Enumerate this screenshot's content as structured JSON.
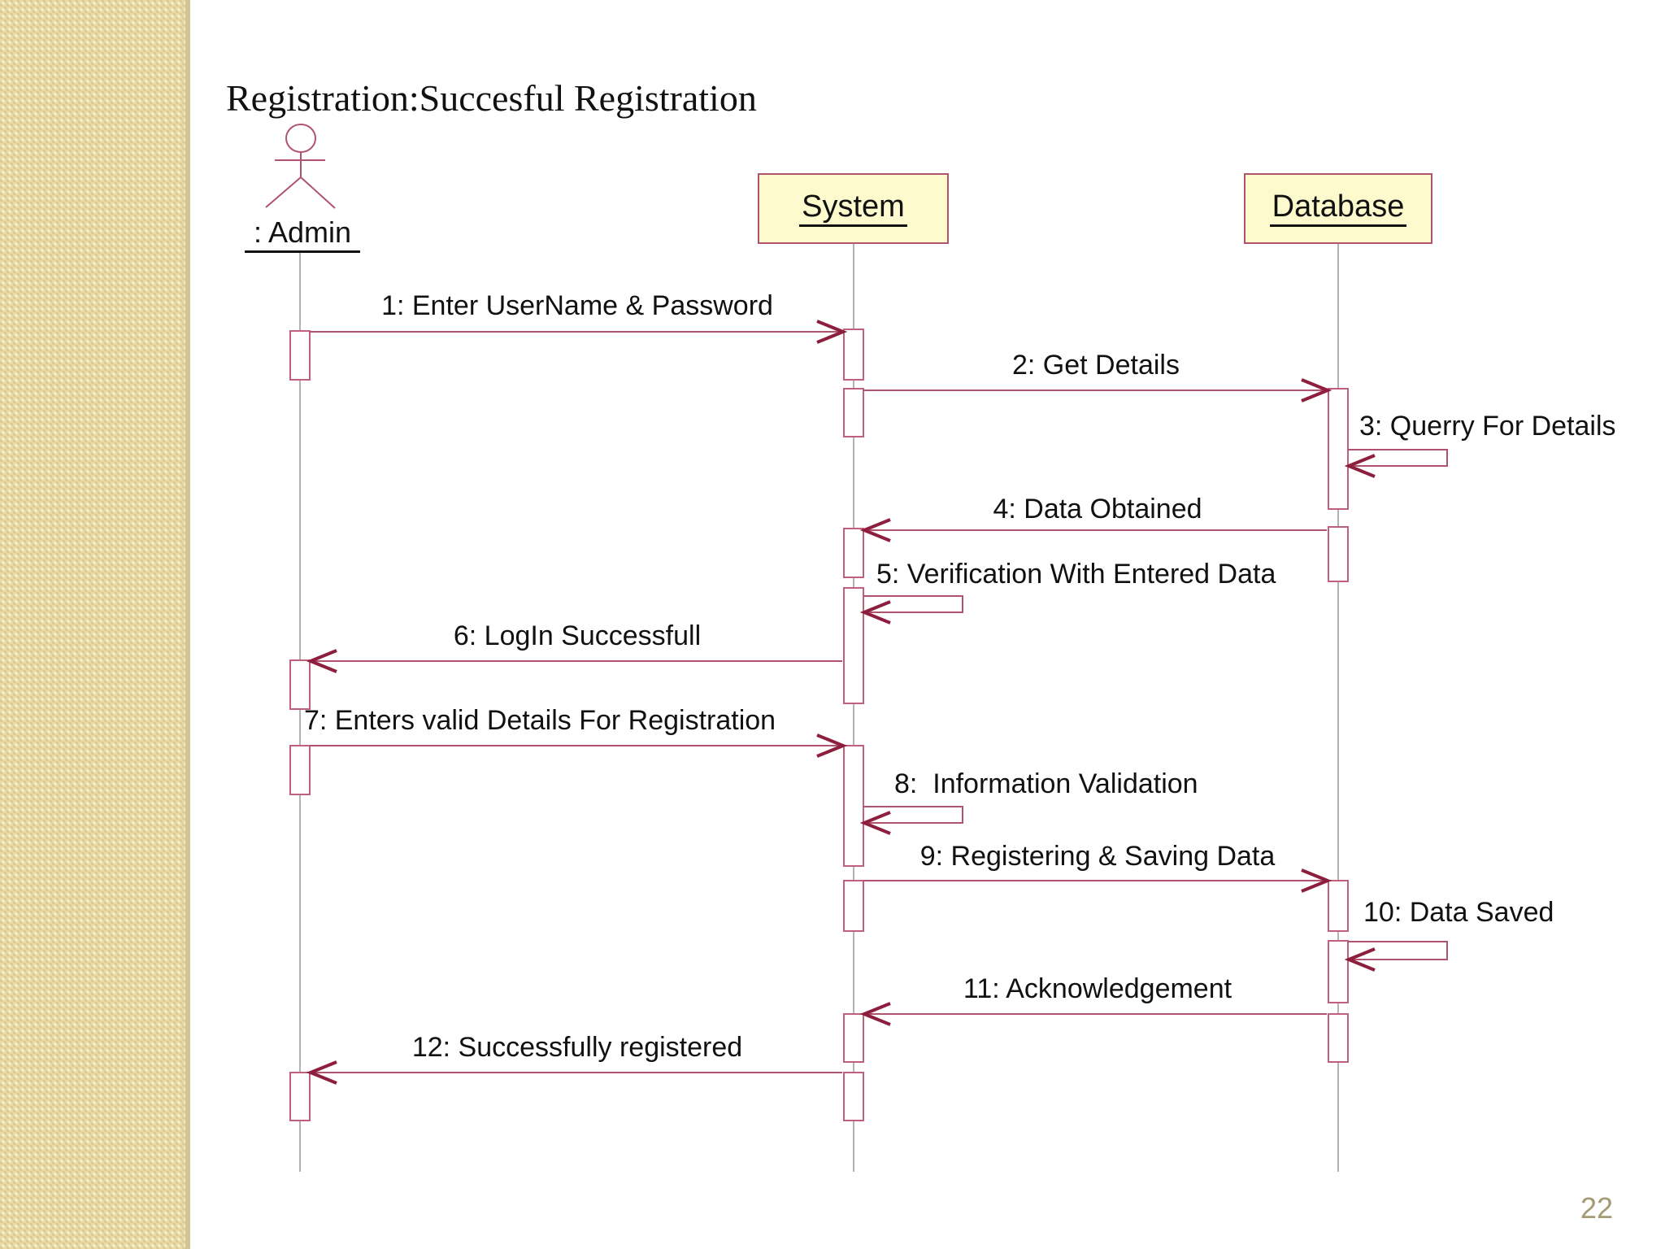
{
  "slide": {
    "title": "Registration:Succesful Registration",
    "page_number": "22"
  },
  "diagram": {
    "participants": [
      {
        "id": "admin",
        "type": "actor",
        "label": ": Admin"
      },
      {
        "id": "system",
        "type": "object",
        "label": "System"
      },
      {
        "id": "database",
        "type": "object",
        "label": "Database"
      }
    ],
    "messages": [
      {
        "seq": "1",
        "label": "1: Enter UserName & Password",
        "from": "admin",
        "to": "system",
        "kind": "call"
      },
      {
        "seq": "2",
        "label": "2: Get Details",
        "from": "system",
        "to": "database",
        "kind": "call"
      },
      {
        "seq": "3",
        "label": "3: Querry For Details",
        "from": "database",
        "to": "database",
        "kind": "self"
      },
      {
        "seq": "4",
        "label": "4: Data Obtained",
        "from": "database",
        "to": "system",
        "kind": "return"
      },
      {
        "seq": "5",
        "label": "5: Verification With Entered Data",
        "from": "system",
        "to": "system",
        "kind": "self"
      },
      {
        "seq": "6",
        "label": "6: LogIn Successfull",
        "from": "system",
        "to": "admin",
        "kind": "return"
      },
      {
        "seq": "7",
        "label": "7: Enters valid Details For Registration",
        "from": "admin",
        "to": "system",
        "kind": "call"
      },
      {
        "seq": "8",
        "label": "8:  Information Validation",
        "from": "system",
        "to": "system",
        "kind": "self"
      },
      {
        "seq": "9",
        "label": "9: Registering & Saving Data",
        "from": "system",
        "to": "database",
        "kind": "call"
      },
      {
        "seq": "10",
        "label": "10: Data Saved",
        "from": "database",
        "to": "database",
        "kind": "self"
      },
      {
        "seq": "11",
        "label": "11: Acknowledgement",
        "from": "database",
        "to": "system",
        "kind": "return"
      },
      {
        "seq": "12",
        "label": "12: Successfully registered",
        "from": "system",
        "to": "admin",
        "kind": "return"
      }
    ]
  },
  "colors": {
    "message_line": "#b0536f",
    "arrowhead": "#8e1e3e",
    "lifeline": "#999999",
    "activation_border": "#c0607c",
    "object_box_fill": "#fdfacd",
    "object_box_border": "#b0536f",
    "sidebar_base": "#eadaa6",
    "page_number": "#a49b74"
  }
}
